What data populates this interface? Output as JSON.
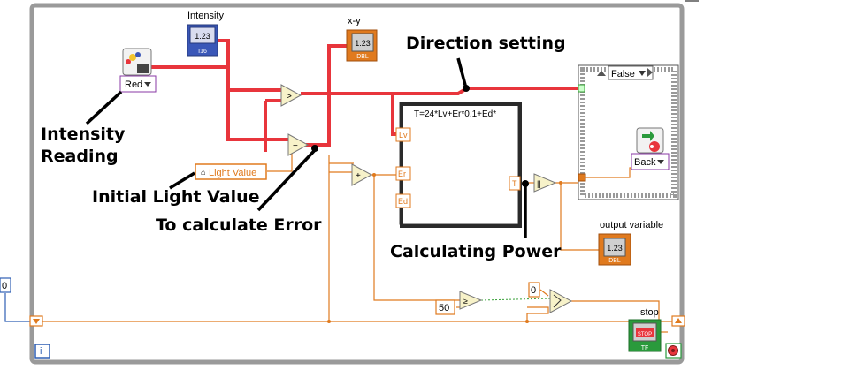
{
  "colors": {
    "loop_frame": "#9a9a9a",
    "wire_bool": "#e8353c",
    "wire_num": "#e07a1e",
    "wire_int": "#2f5fb3",
    "wire_green": "#38a138",
    "annotation": "#000000"
  },
  "annotations": {
    "intensity_reading_line1": "Intensity",
    "intensity_reading_line2": "Reading",
    "initial_light_value": "Initial Light Value",
    "to_calculate_error": "To calculate Error",
    "direction_setting": "Direction setting",
    "calculating_power": "Calculating Power"
  },
  "controls": {
    "intensity_label": "Intensity",
    "intensity_value": "1.23",
    "intensity_type": "I16",
    "xy_label": "x-y",
    "xy_value": "1.23",
    "xy_type": "DBL",
    "color_selector": "Red",
    "light_value": "Light Value",
    "output_label": "output variable",
    "output_value": "1.23",
    "output_type": "DBL",
    "stop_label": "stop",
    "stop_button": "STOP",
    "stop_type": "TF"
  },
  "formula_node": {
    "expression": "T=24*Lv+Er*0.1+Ed*",
    "inputs": [
      "Lv",
      "Er",
      "Ed"
    ],
    "output": "T"
  },
  "case_structure": {
    "selector": "False",
    "direction_value": "Back"
  },
  "constants": {
    "loop_count": "0",
    "compare_threshold": "50",
    "select_false_value": "0"
  },
  "loop": {
    "iteration_terminal": "i"
  }
}
